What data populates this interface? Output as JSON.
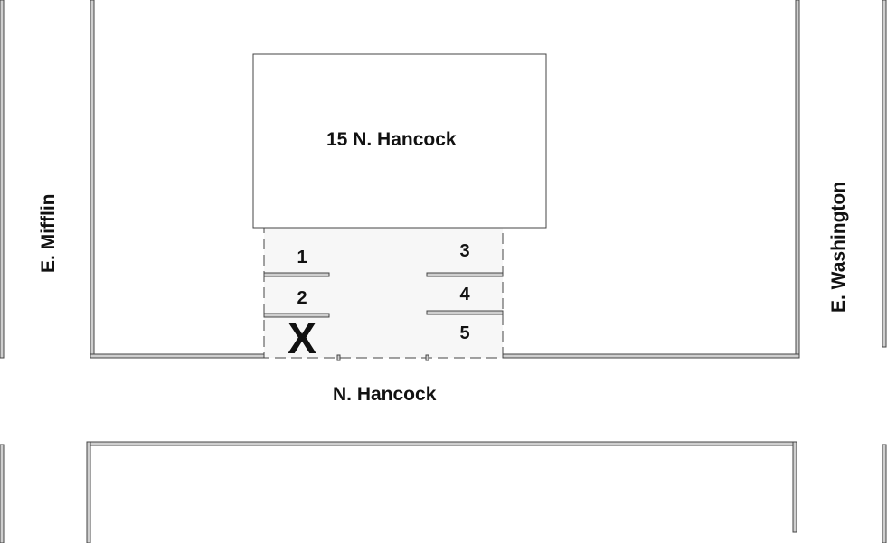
{
  "map": {
    "building_label": "15 N. Hancock",
    "streets": {
      "west": "E. Mifflin",
      "east": "E. Washington",
      "south": "N. Hancock"
    },
    "parking_spaces": [
      {
        "number": "1"
      },
      {
        "number": "2"
      },
      {
        "number": "3"
      },
      {
        "number": "4"
      },
      {
        "number": "5"
      }
    ],
    "marker": "X",
    "colors": {
      "line": "#444444",
      "curb_fill": "#cfcfcf",
      "lot_fill": "#f7f7f7",
      "text": "#111111"
    }
  }
}
